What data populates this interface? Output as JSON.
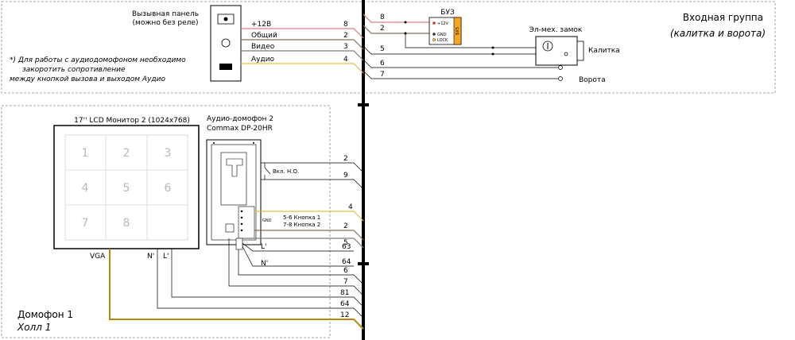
{
  "colors": {
    "bus": "#000000",
    "wire_red": "#d98080",
    "wire_brown": "#8b6c5c",
    "wire_grey": "#7d7d7d",
    "wire_blue": "#5b8fc8",
    "wire_yellow": "#e0c040",
    "vga": "#b8860b",
    "buz_fill": "#f5a623"
  },
  "entry": {
    "title": "Входная группа",
    "subtitle": "(калитка и ворота)",
    "panel_label": "Вызывная панель",
    "panel_note": "(можно без реле)",
    "footnote": [
      "*) Для работы с аудиодомофоном необходимо",
      "закоротить сопротивление",
      "между кнопкой вызова и выходом Аудио"
    ],
    "panel_wires": [
      {
        "label": "+12В",
        "num": "8"
      },
      {
        "label": "Общий",
        "num": "2"
      },
      {
        "label": "Видео",
        "num": "3"
      },
      {
        "label": "Аудио",
        "num": "4"
      }
    ],
    "buz": {
      "label": "БУЗ",
      "side": "БУЗ",
      "terminals": [
        "+12V",
        "GND",
        "LOCK"
      ]
    },
    "buz_wires": [
      "8",
      "2"
    ],
    "lock_label": "Эл-мех. замок",
    "gate_label": "Калитка",
    "gate2_label": "Ворота",
    "right_wires": [
      "5",
      "6",
      "7"
    ]
  },
  "hall": {
    "monitor_title": "17'' LCD Монитор 2 (1024x768)",
    "keys": [
      "1",
      "2",
      "3",
      "4",
      "5",
      "6",
      "7",
      "8"
    ],
    "vga_label": "VGA",
    "n_label": "N'",
    "l_label": "L'",
    "intercom_title": "Аудио-домофон 2",
    "intercom_model": "Commax DP-20HR",
    "vkl": "Вкл. Н.О.",
    "gnd": "GND",
    "btn1": "5-6 Кнопка 1",
    "btn2": "7-8 Кнопка 2",
    "l2": "L'",
    "n2": "N'",
    "wire_nums": [
      "2",
      "9",
      "4",
      "2",
      "5",
      "63",
      "64",
      "6",
      "7",
      "81",
      "64",
      "12"
    ],
    "zone_title": "Домофон 1",
    "zone_subtitle": "Холл 1"
  }
}
